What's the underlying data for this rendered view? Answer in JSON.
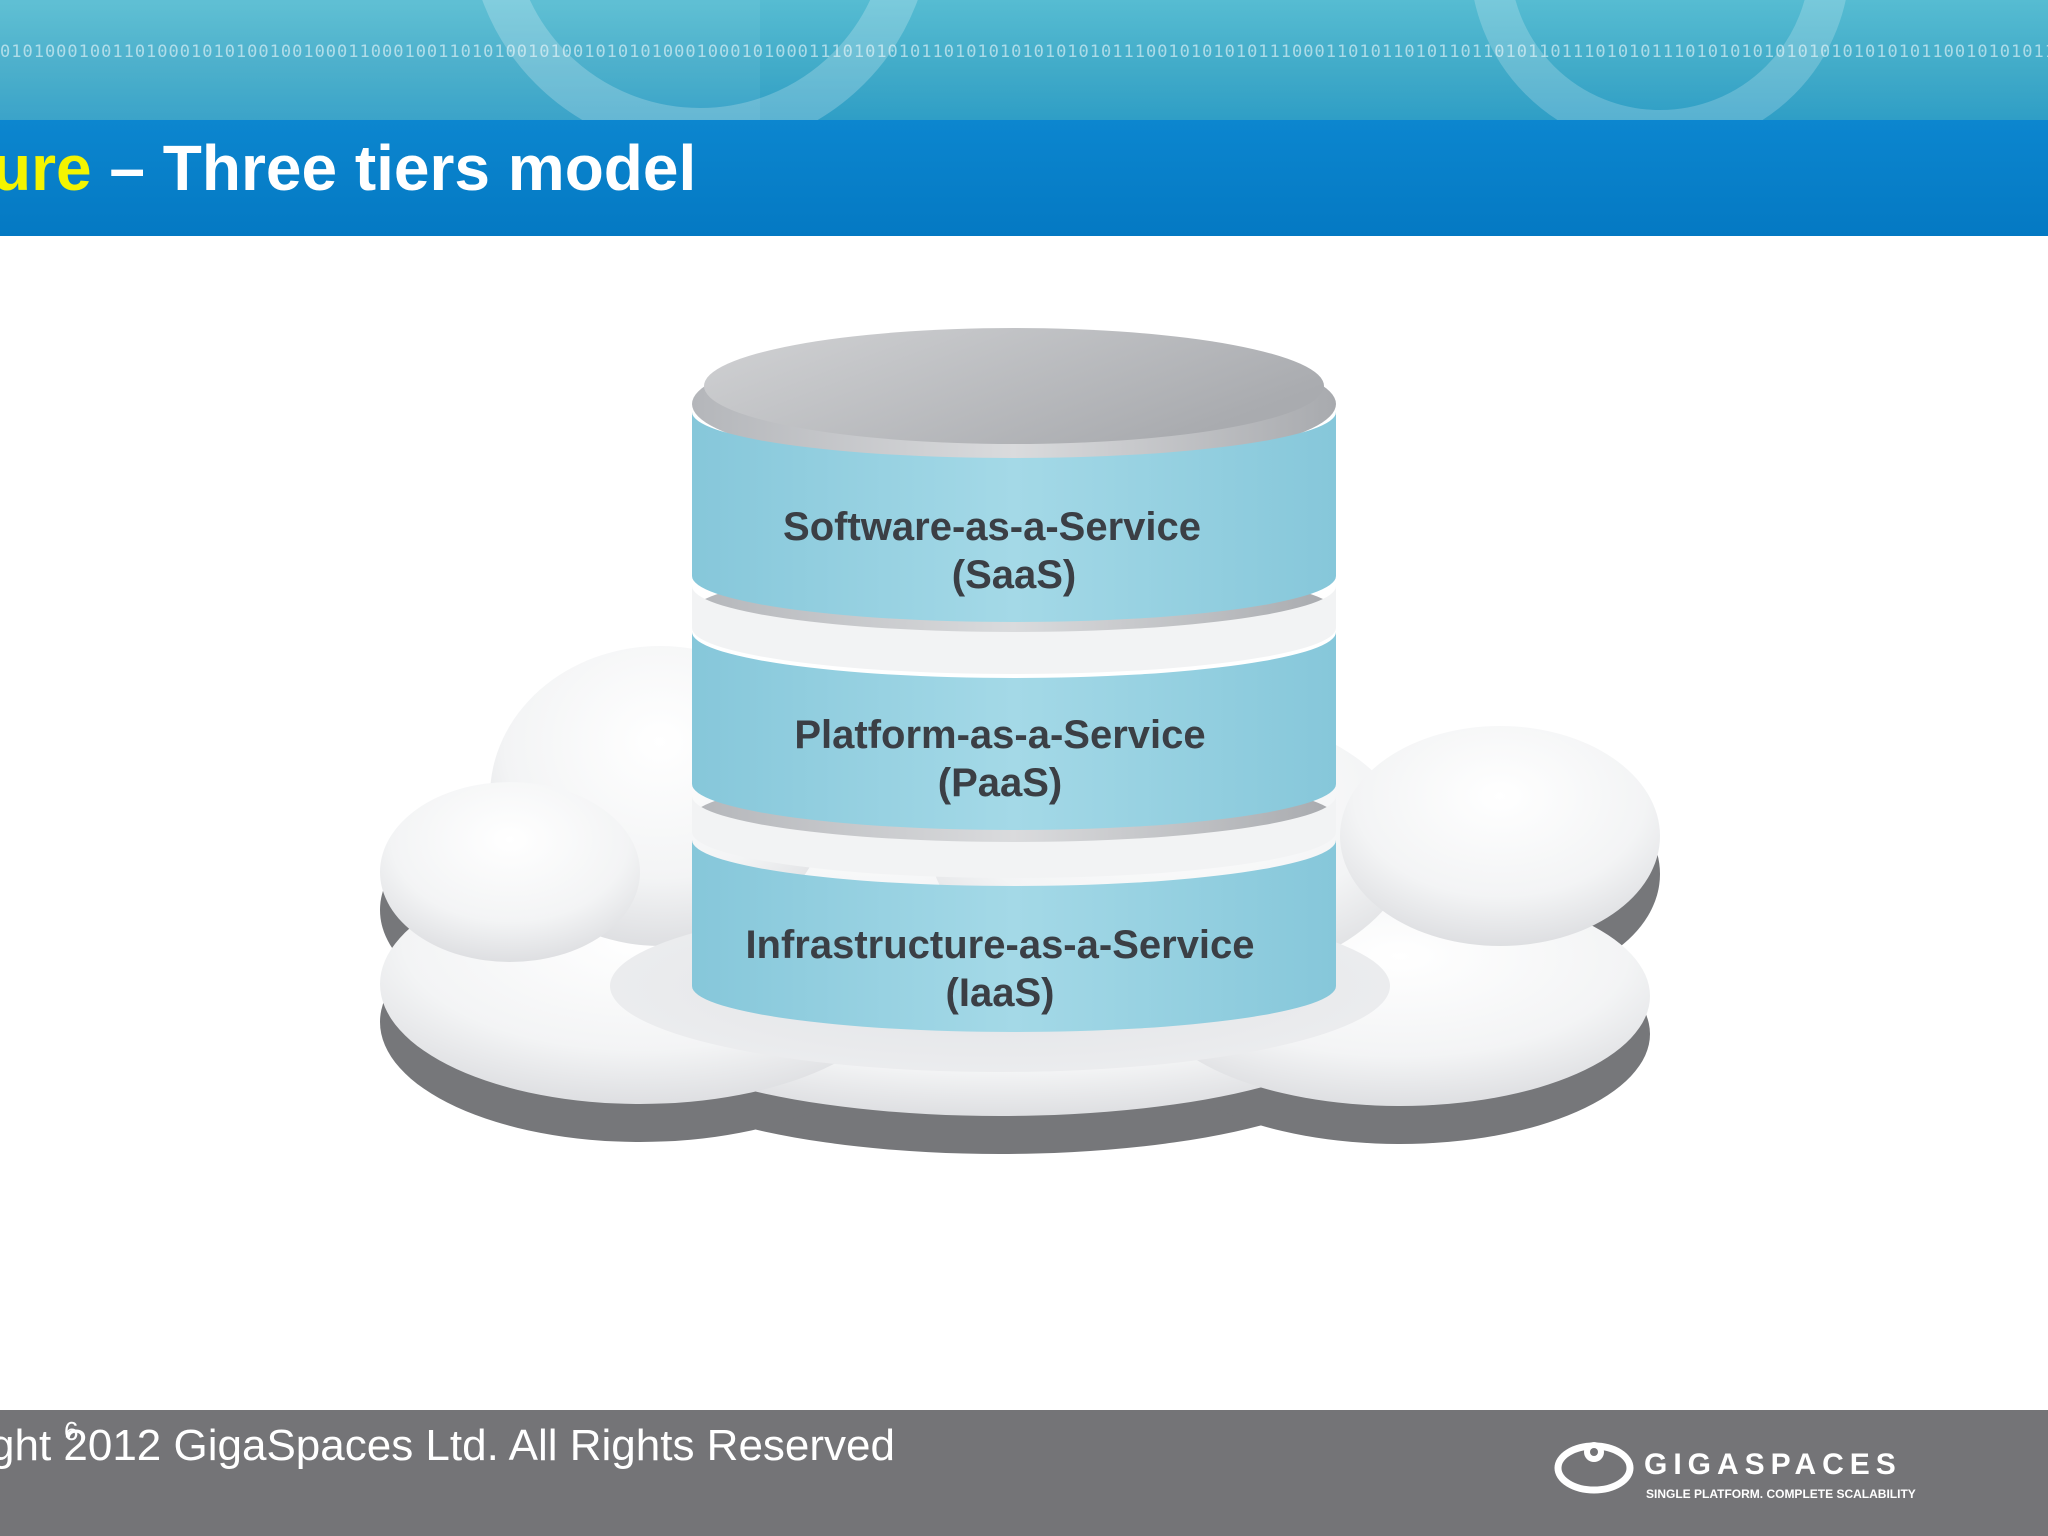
{
  "header": {
    "binary_pattern": "0101000100110100010101001001000110001001101010010100101010100010001010001110101010110101010101010101110010101010111000110101101011011010110111010101110101010101010101010101100101010111010100101110",
    "title_highlight": "ure",
    "title_rest": " – Three tiers model"
  },
  "diagram": {
    "tiers": [
      {
        "line1": "Software-as-a-Service",
        "line2": "(SaaS)"
      },
      {
        "line1": "Platform-as-a-Service",
        "line2": "(PaaS)"
      },
      {
        "line1": "Infrastructure-as-a-Service",
        "line2": "(IaaS)"
      }
    ]
  },
  "footer": {
    "copyright": "ght 2012 GigaSpaces Ltd. All Rights Reserved",
    "page_number": "6",
    "logo_name": "GIGASPACES",
    "logo_tagline": "SINGLE PLATFORM. COMPLETE SCALABILITY"
  },
  "colors": {
    "banner": "#40aac8",
    "title_bar": "#0479c3",
    "title_highlight": "#f4f400",
    "tier_fill": "#93cfe0",
    "footer": "#747477"
  }
}
